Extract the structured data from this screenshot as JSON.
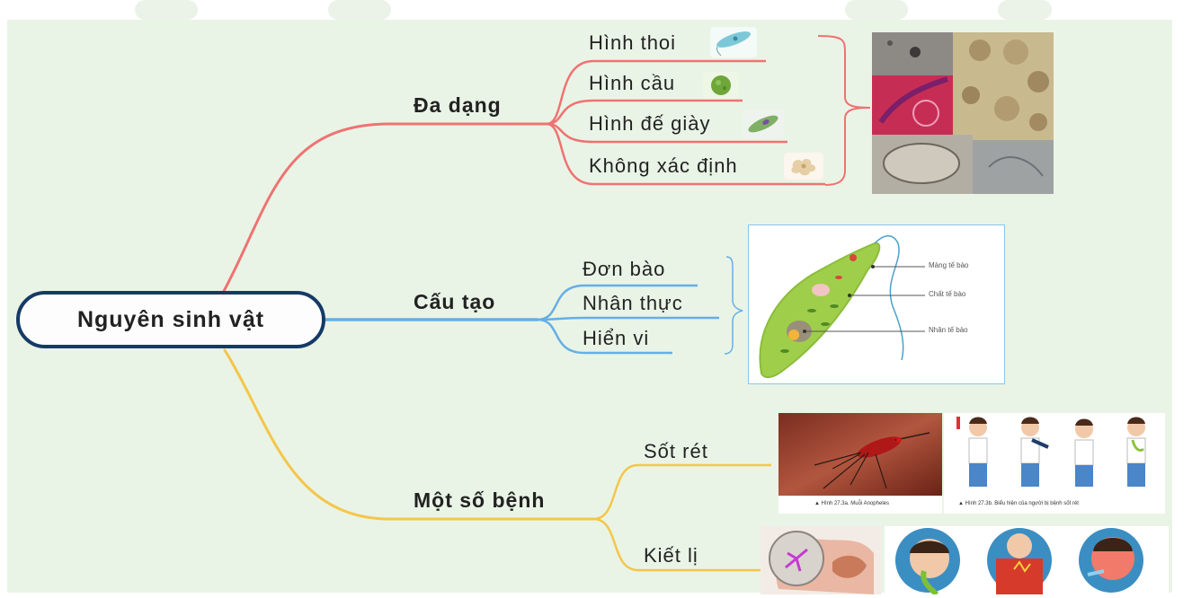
{
  "root": {
    "label": "Nguyên sinh vật"
  },
  "branches": [
    {
      "label": "Đa dạng",
      "color": "#f07272",
      "items": [
        "Hình thoi",
        "Hình cầu",
        "Hình đế giày",
        "Không xác định"
      ],
      "icons": [
        "spindle-cell-icon",
        "sphere-cell-icon",
        "slipper-cell-icon",
        "amoeba-icon"
      ]
    },
    {
      "label": "Cấu tạo",
      "color": "#66aee6",
      "items": [
        "Đơn bào",
        "Nhân thực",
        "Hiển vi"
      ]
    },
    {
      "label": "Một số bệnh",
      "color": "#f4c64a",
      "items": [
        "Sốt rét",
        "Kiết lị"
      ]
    }
  ],
  "diagram": {
    "labels": [
      "Màng tế bào",
      "Chất tế bào",
      "Nhân tế bào"
    ]
  },
  "malaria": {
    "caption_a": "▲ Hình 27.3a. Muỗi Anopheles",
    "caption_b": "▲ Hình 27.3b. Biểu hiện của người bị bệnh sốt rét"
  }
}
